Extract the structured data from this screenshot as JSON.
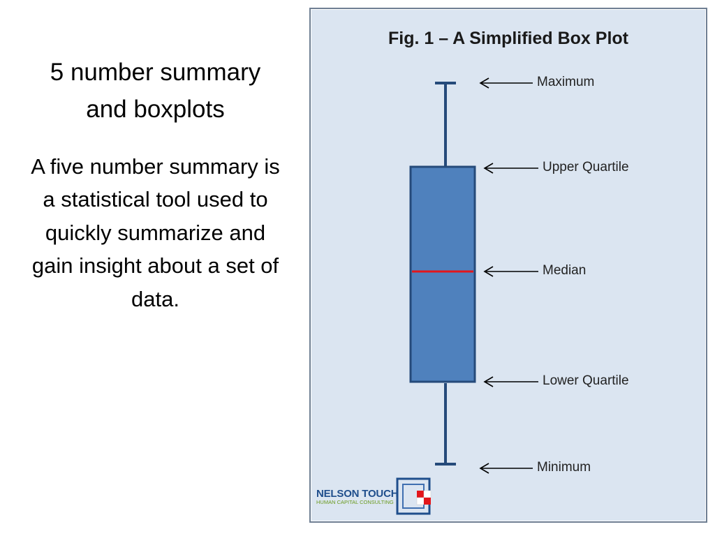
{
  "slide": {
    "title": "5 number summary and boxplots",
    "body": "A five number summary is a statistical tool used to quickly summarize and gain insight about a set of data."
  },
  "figure": {
    "title": "Fig. 1 – A Simplified Box Plot",
    "labels": {
      "maximum": "Maximum",
      "upper_quartile": "Upper Quartile",
      "median": "Median",
      "lower_quartile": "Lower Quartile",
      "minimum": "Minimum"
    },
    "colors": {
      "box_fill": "#4f81bd",
      "box_stroke": "#254a7a",
      "median_line": "#e3161b",
      "panel_bg": "#dbe5f1"
    }
  },
  "logo": {
    "name": "NELSON TOUCH",
    "tagline": "HUMAN CAPITAL CONSULTING"
  }
}
